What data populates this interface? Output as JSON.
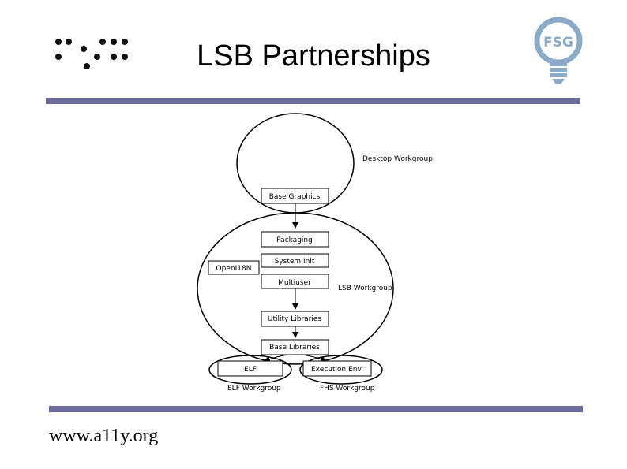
{
  "slide": {
    "title": "LSB Partnerships",
    "footer_url": "www.a11y.org"
  },
  "logos": {
    "left": "braille-dots-logo",
    "right": {
      "icon": "lightbulb-icon",
      "text": "FSG",
      "color": "#8aaac8"
    }
  },
  "colors": {
    "rule": "#6b6b9e"
  },
  "diagram": {
    "workgroups": {
      "desktop": "Desktop Workgroup",
      "lsb": "LSB Workgroup",
      "elf": "ELF Workgroup",
      "fhs": "FHS Workgroup"
    },
    "boxes": {
      "base_graphics": "Base Graphics",
      "packaging": "Packaging",
      "system_init": "System Init",
      "openi18n": "OpenI18N",
      "multiuser": "Multiuser",
      "utility_libraries": "Utility Libraries",
      "base_libraries": "Base Libraries",
      "elf": "ELF",
      "execution_env": "Execution Env."
    }
  }
}
